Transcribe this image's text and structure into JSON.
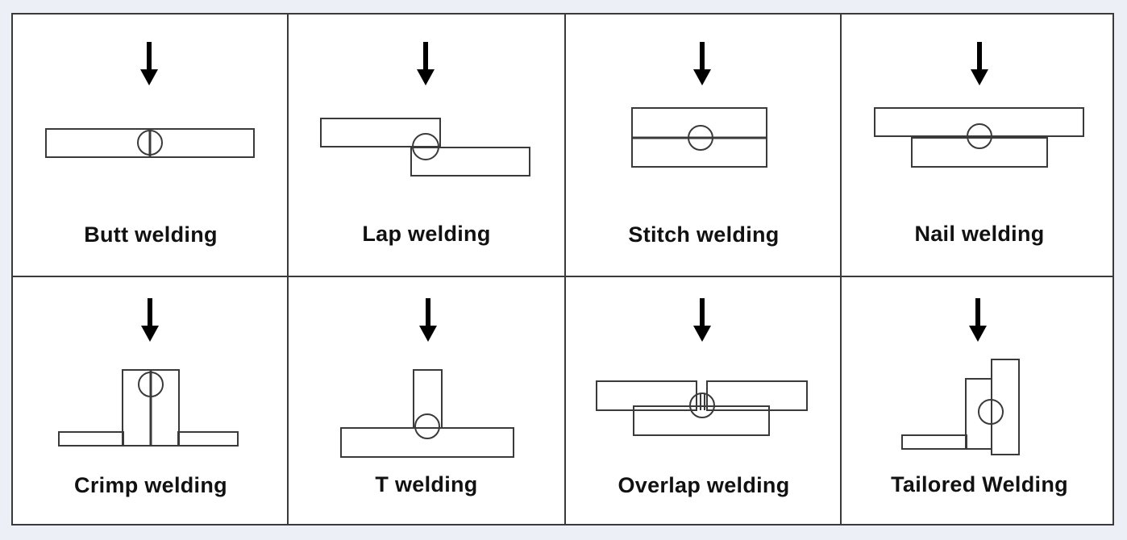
{
  "grid": {
    "row1": [
      {
        "label": "Butt welding",
        "diagram": "butt-joint-icon"
      },
      {
        "label": "Lap welding",
        "diagram": "lap-joint-icon"
      },
      {
        "label": "Stitch welding",
        "diagram": "stitch-joint-icon"
      },
      {
        "label": "Nail welding",
        "diagram": "nail-joint-icon"
      }
    ],
    "row2": [
      {
        "label": "Crimp welding",
        "diagram": "crimp-joint-icon"
      },
      {
        "label": "T welding",
        "diagram": "t-joint-icon"
      },
      {
        "label": "Overlap welding",
        "diagram": "overlap-joint-icon"
      },
      {
        "label": "Tailored Welding",
        "diagram": "tailored-joint-icon"
      }
    ]
  },
  "colors": {
    "line": "#3a3a3a",
    "arrow": "#000000",
    "background": "#eceff5",
    "panel": "#ffffff"
  }
}
